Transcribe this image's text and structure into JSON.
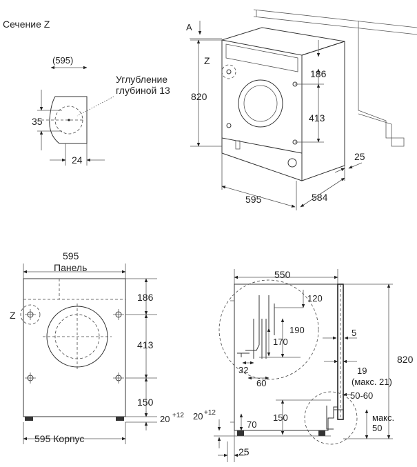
{
  "section_z": {
    "title": "Сечение Z",
    "width_label": "(595)",
    "recess_line1": "Углубление",
    "recess_line2": "глубиной 13",
    "height_label": "35",
    "depth_label": "24"
  },
  "perspective": {
    "a_label": "A",
    "z_label": "Z",
    "height_label": "820",
    "top_label": "186",
    "mid_label": "413",
    "width_label": "595",
    "depth_label": "584",
    "side_label": "25"
  },
  "front": {
    "width_label": "595",
    "panel_label": "Панель",
    "z_label": "Z",
    "top_label": "186",
    "mid_label": "413",
    "bottom_label": "150",
    "foot_label": "20",
    "foot_sup": "+12",
    "corpus_label": "595 Корпус"
  },
  "side": {
    "depth_label": "550",
    "height_label": "820",
    "d120": "120",
    "d190": "190",
    "d170": "170",
    "d5": "5",
    "d32": "32",
    "d60": "60",
    "d19": "19",
    "d19_note": "(макс. 21)",
    "d5060": "50-60",
    "max_label": "макс.",
    "max_value": "50",
    "d150": "150",
    "d70": "70",
    "foot_label": "20",
    "foot_sup": "+12",
    "d25": "25"
  }
}
